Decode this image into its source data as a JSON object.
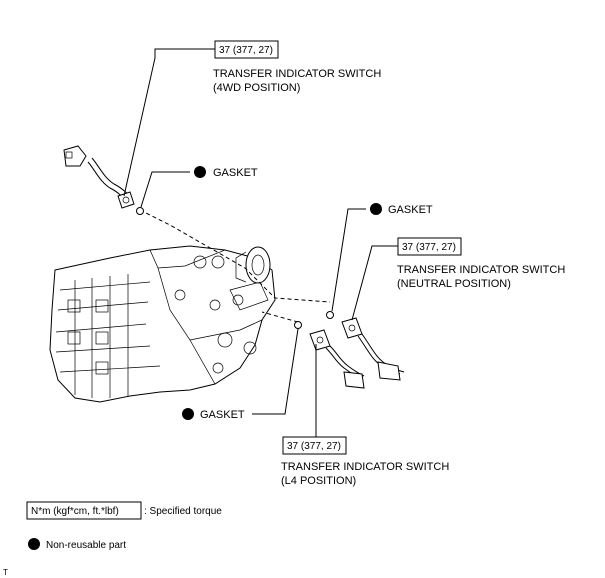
{
  "callouts": {
    "torque_4wd": "37 (377, 27)",
    "switch_4wd_line1": "TRANSFER INDICATOR SWITCH",
    "switch_4wd_line2": "(4WD POSITION)",
    "gasket_top": "GASKET",
    "gasket_right": "GASKET",
    "torque_neutral": "37 (377, 27)",
    "switch_neutral_line1": "TRANSFER INDICATOR SWITCH",
    "switch_neutral_line2": "(NEUTRAL POSITION)",
    "gasket_bottom": "GASKET",
    "torque_l4": "37 (377, 27)",
    "switch_l4_line1": "TRANSFER INDICATOR SWITCH",
    "switch_l4_line2": "(L4 POSITION)"
  },
  "legend": {
    "torque_unit": "N*m (kgf*cm, ft.*lbf)",
    "torque_desc": ": Specified torque",
    "nonreusable_desc": "Non-reusable part"
  },
  "corner_mark": "T"
}
